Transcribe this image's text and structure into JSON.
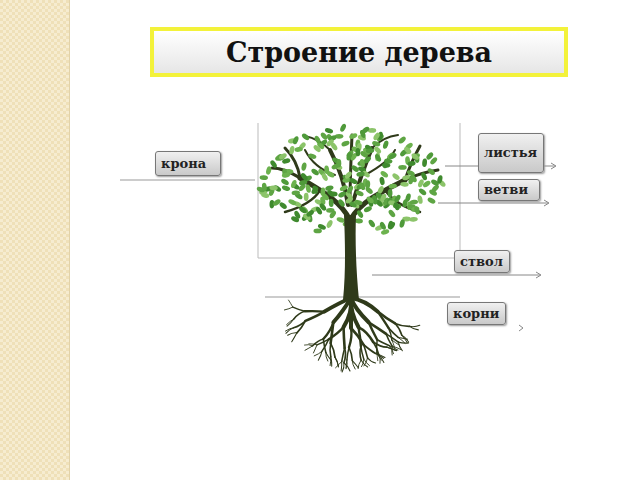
{
  "diagram": {
    "title": "Строение дерева",
    "nodes": [
      {
        "text": [
          "крона"
        ]
      },
      {
        "text": [
          "листья"
        ]
      },
      {
        "text": [
          "ветви"
        ]
      },
      {
        "text": [
          "ствол"
        ]
      },
      {
        "text": [
          "корни"
        ]
      }
    ]
  }
}
